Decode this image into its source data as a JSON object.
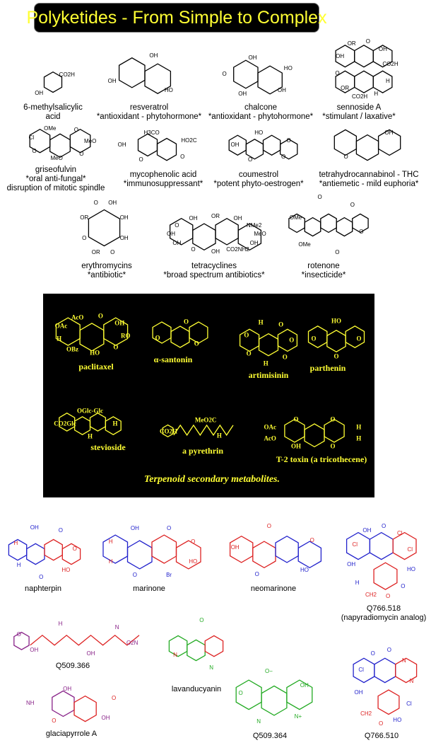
{
  "title": "Polyketides - From Simple to Complex",
  "colors": {
    "title_bg": "#000000",
    "title_text": "#ffff33",
    "terpenoid_bg": "#000000",
    "terpenoid_text": "#ffff33",
    "blue": "#2222cc",
    "red": "#dd2222",
    "purple": "#882288",
    "green": "#22aa22",
    "black": "#000000"
  },
  "polyketides": [
    {
      "id": "msa",
      "lines": [
        "6-methylsalicylic",
        "acid"
      ],
      "atoms": [
        "CO2H",
        "OH"
      ]
    },
    {
      "id": "res",
      "lines": [
        "resveratrol",
        "*antioxidant - phytohormone*"
      ],
      "atoms": [
        "OH",
        "HO",
        "OH"
      ]
    },
    {
      "id": "chal",
      "lines": [
        "chalcone",
        "*antioxidant - phytohormone*"
      ],
      "atoms": [
        "OH",
        "HO",
        "OH",
        "OH",
        "O"
      ]
    },
    {
      "id": "senn",
      "lines": [
        "sennoside A",
        "*stimulant / laxative*"
      ],
      "atoms": [
        "OR",
        "O",
        "OH",
        "CO2H",
        "H",
        "H",
        "CO2H",
        "OR",
        "O",
        "OH"
      ]
    },
    {
      "id": "gris",
      "lines": [
        "griseofulvin",
        "*oral anti-fungal*",
        "disruption of mitotic spindle"
      ],
      "atoms": [
        "OMe",
        "O",
        "MeO",
        "O",
        "MeO",
        "O",
        "Cl"
      ]
    },
    {
      "id": "myco",
      "lines": [
        "mycophenolic acid",
        "*immunosuppressant*"
      ],
      "atoms": [
        "H3CO",
        "HO2C",
        "O",
        "O",
        "OH"
      ]
    },
    {
      "id": "coum",
      "lines": [
        "coumestrol",
        "*potent phyto-oestrogen*"
      ],
      "atoms": [
        "HO",
        "O",
        "O",
        "O",
        "OH"
      ]
    },
    {
      "id": "thc",
      "lines": [
        "tetrahydrocannabinol - THC",
        "*antiemetic - mild euphoria*"
      ],
      "atoms": [
        "OH",
        "O"
      ]
    },
    {
      "id": "ery",
      "lines": [
        "erythromycins",
        "*antibiotic*"
      ],
      "atoms": [
        "O",
        "OH",
        "OH",
        "OH",
        "O",
        "OR",
        "O",
        "OR"
      ]
    },
    {
      "id": "tet",
      "lines": [
        "tetracyclines",
        "*broad spectrum antibiotics*"
      ],
      "atoms": [
        "OH",
        "OR",
        "OH",
        "NMe2",
        "MeO",
        "OH",
        "CO2NH2",
        "OH",
        "O",
        "OH",
        "OH",
        "O"
      ]
    },
    {
      "id": "rot",
      "lines": [
        "rotenone",
        "*insecticide*"
      ],
      "atoms": [
        "O",
        "O",
        "O",
        "O",
        "OMe",
        "OMe"
      ]
    }
  ],
  "terpenoids": {
    "caption": "Terpenoid secondary metabolites.",
    "items": [
      {
        "id": "pac",
        "lines": [
          "paclitaxel"
        ],
        "atoms": [
          "AcO",
          "O",
          "OH",
          "RO",
          "O",
          "HO",
          "OBz",
          "H",
          "OAc"
        ]
      },
      {
        "id": "san",
        "lines": [
          "α-santonin"
        ],
        "atoms": [
          "O",
          "O",
          "O"
        ]
      },
      {
        "id": "art",
        "lines": [
          "artimisinin"
        ],
        "atoms": [
          "H",
          "O",
          "O",
          "O",
          "H",
          "O",
          "O"
        ]
      },
      {
        "id": "par",
        "lines": [
          "parthenin"
        ],
        "atoms": [
          "HO",
          "O",
          "O",
          "O"
        ]
      },
      {
        "id": "ste",
        "lines": [
          "stevioside"
        ],
        "atoms": [
          "OGlc-Glc",
          "H",
          "H",
          "CO2Glc"
        ]
      },
      {
        "id": "pyr",
        "lines": [
          "a pyrethrin"
        ],
        "atoms": [
          "MeO2C",
          "H",
          "CO2H"
        ]
      },
      {
        "id": "t2",
        "lines": [
          "T-2 toxin (a tricothecene)"
        ],
        "atoms": [
          "O",
          "O",
          "H",
          "H",
          "O",
          "OH",
          "AcO",
          "OAc"
        ]
      }
    ]
  },
  "marine": [
    {
      "id": "nap",
      "lines": [
        "naphterpin"
      ],
      "atoms": [
        "OH",
        "O",
        "O",
        "HO",
        "O",
        "H",
        "H"
      ]
    },
    {
      "id": "mar",
      "lines": [
        "marinone"
      ],
      "atoms": [
        "OH",
        "O",
        "O",
        "HO",
        "Br",
        "O",
        "H",
        "H"
      ]
    },
    {
      "id": "neo",
      "lines": [
        "neomarinone"
      ],
      "atoms": [
        "O",
        "O",
        "HO",
        "O",
        "OH"
      ]
    },
    {
      "id": "q518",
      "lines": [
        "Q766.518",
        "(napyradiomycin analog)"
      ],
      "atoms": [
        "OH",
        "O",
        "Cl",
        "Cl",
        "HO",
        "O",
        "O",
        "CH2",
        "H",
        "OH",
        "Cl"
      ]
    },
    {
      "id": "q366",
      "lines": [
        "Q509.366"
      ],
      "atoms": [
        "H",
        "N",
        "O2N",
        "OH",
        "OH",
        "O"
      ]
    },
    {
      "id": "lav",
      "lines": [
        "lavanducyanin"
      ],
      "atoms": [
        "O",
        "N",
        "N"
      ]
    },
    {
      "id": "gla",
      "lines": [
        "glaciapyrrole A"
      ],
      "atoms": [
        "OH",
        "O",
        "OH",
        "O",
        "NH"
      ]
    },
    {
      "id": "q364",
      "lines": [
        "Q509.364"
      ],
      "atoms": [
        "O−",
        "OH",
        "N+",
        "N",
        "O"
      ]
    },
    {
      "id": "q510",
      "lines": [
        "Q766.510"
      ],
      "atoms": [
        "O",
        "O",
        "N",
        "N",
        "Cl",
        "HO",
        "O",
        "CH2",
        "OH",
        "Cl"
      ]
    }
  ]
}
